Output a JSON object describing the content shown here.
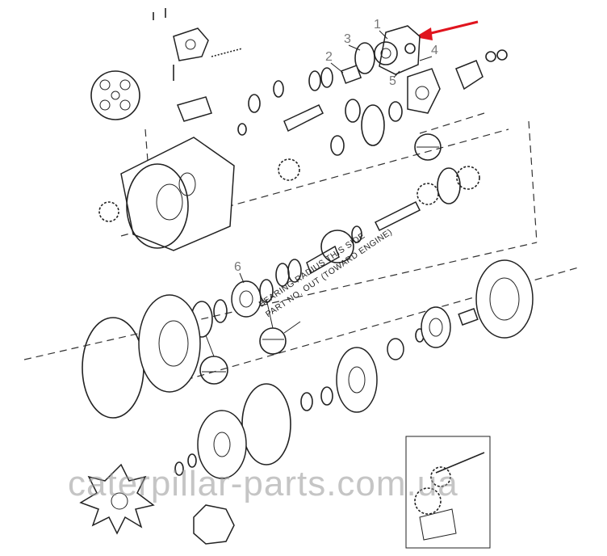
{
  "diagram": {
    "callouts": [
      "1",
      "2",
      "3",
      "4",
      "5",
      "6"
    ],
    "note_line1": "BEARING RADIUS THIS SIDE",
    "note_line2": "PART NO. OUT (TOWARD ENGINE)",
    "watermark": "caterpillar-parts.com.ua",
    "arrow_color": "#e0141e"
  }
}
